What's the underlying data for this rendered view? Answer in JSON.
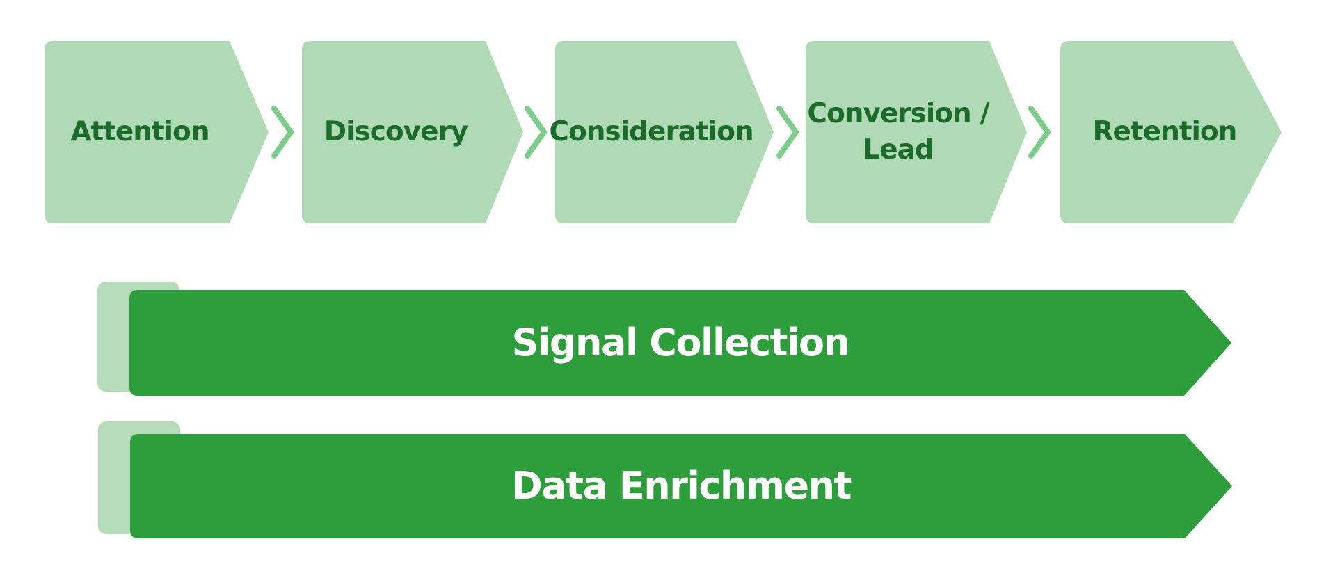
{
  "colors": {
    "stage_fill": "#b0dab5",
    "stage_text": "#1b6b2a",
    "chevron": "#7ccc8a",
    "band_fill": "#2e9e3c",
    "band_tab": "#b4dcb9",
    "band_text": "#ffffff"
  },
  "funnel": {
    "stages": [
      {
        "label": "Attention"
      },
      {
        "label": "Discovery"
      },
      {
        "label": "Consideration"
      },
      {
        "label": "Conversion /\nLead"
      },
      {
        "label": "Retention"
      }
    ]
  },
  "layers": [
    {
      "label": "Signal Collection"
    },
    {
      "label": "Data Enrichment"
    }
  ]
}
